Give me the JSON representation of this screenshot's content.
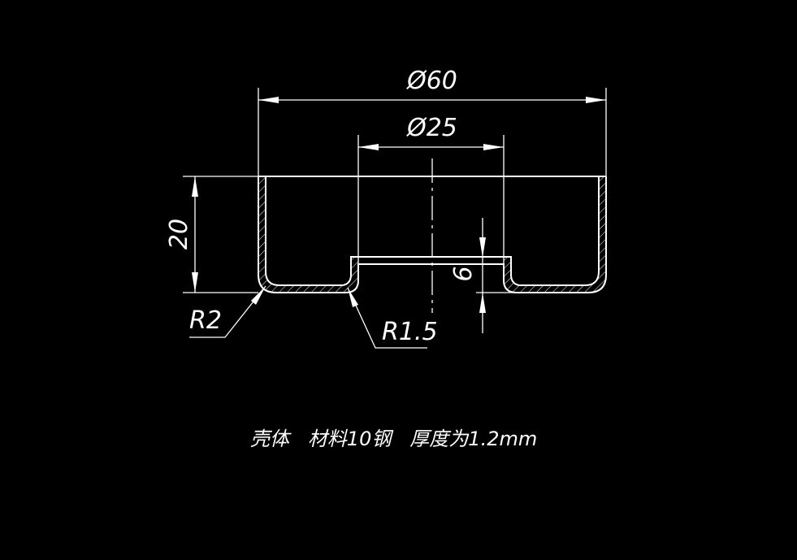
{
  "drawing": {
    "dimensions": {
      "outer_diameter": "Ø60",
      "inner_diameter": "Ø25",
      "height": "20",
      "step_depth": "6",
      "outer_radius": "R2",
      "inner_radius": "R1.5"
    },
    "caption": "壳体   材料10钢   厚度为1.2mm",
    "colors": {
      "background": "#000000",
      "lines": "#ffffff"
    }
  }
}
